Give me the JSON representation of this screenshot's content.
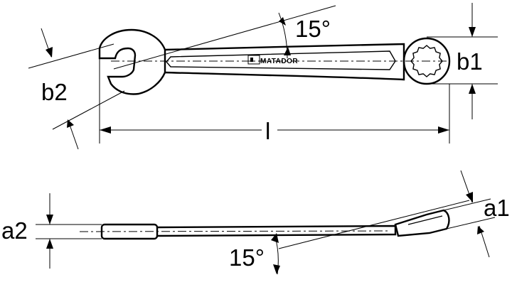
{
  "labels": {
    "angle_top": "15°",
    "angle_bottom": "15°",
    "b1": "b1",
    "b2": "b2",
    "length": "l",
    "a1": "a1",
    "a2": "a2",
    "brand": "MATADOR"
  }
}
